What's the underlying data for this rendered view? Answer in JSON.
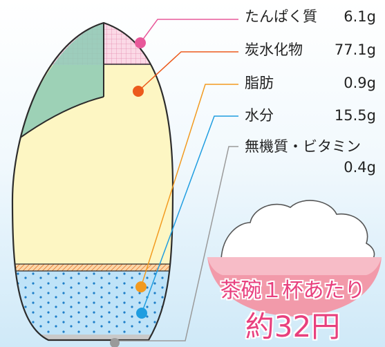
{
  "components": [
    {
      "label": "たんぱく質",
      "value": "6.1g",
      "color": "#e8589a"
    },
    {
      "label": "炭水化物",
      "value": "77.1g",
      "color": "#ec5a1c"
    },
    {
      "label": "脂肪",
      "value": "0.9g",
      "color": "#f29a1f"
    },
    {
      "label": "水分",
      "value": "15.5g",
      "color": "#1f9de0"
    },
    {
      "label": "無機質・ビタミン",
      "value": "0.4g",
      "color": "#9a9a9a"
    }
  ],
  "caption": {
    "line1": "茶碗１杯あたり",
    "line2": "約32円",
    "color": "#e8407e"
  }
}
